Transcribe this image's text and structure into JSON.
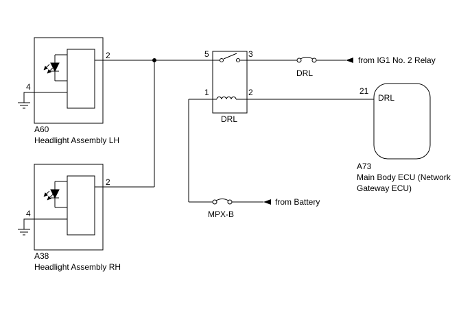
{
  "diagram": {
    "headlight_lh": {
      "code": "A60",
      "name": "Headlight Assembly LH",
      "pin_output": "2",
      "pin_ground": "4"
    },
    "headlight_rh": {
      "code": "A38",
      "name": "Headlight Assembly RH",
      "pin_output": "2",
      "pin_ground": "4"
    },
    "relay": {
      "label": "DRL",
      "pin_5": "5",
      "pin_3": "3",
      "pin_1": "1",
      "pin_2": "2"
    },
    "fuse_drl": {
      "label": "DRL"
    },
    "fuse_mpxb": {
      "label": "MPX-B"
    },
    "ecu": {
      "code": "A73",
      "pin_21": "21",
      "internal_label": "DRL",
      "name_lines": {
        "0": "Main Body ECU (Network",
        "1": "Gateway ECU)"
      }
    },
    "sources": {
      "ig1": "from IG1 No. 2 Relay",
      "battery": "from Battery"
    },
    "colors": {
      "line": "#000000",
      "background": "#ffffff",
      "text": "#000000"
    }
  }
}
